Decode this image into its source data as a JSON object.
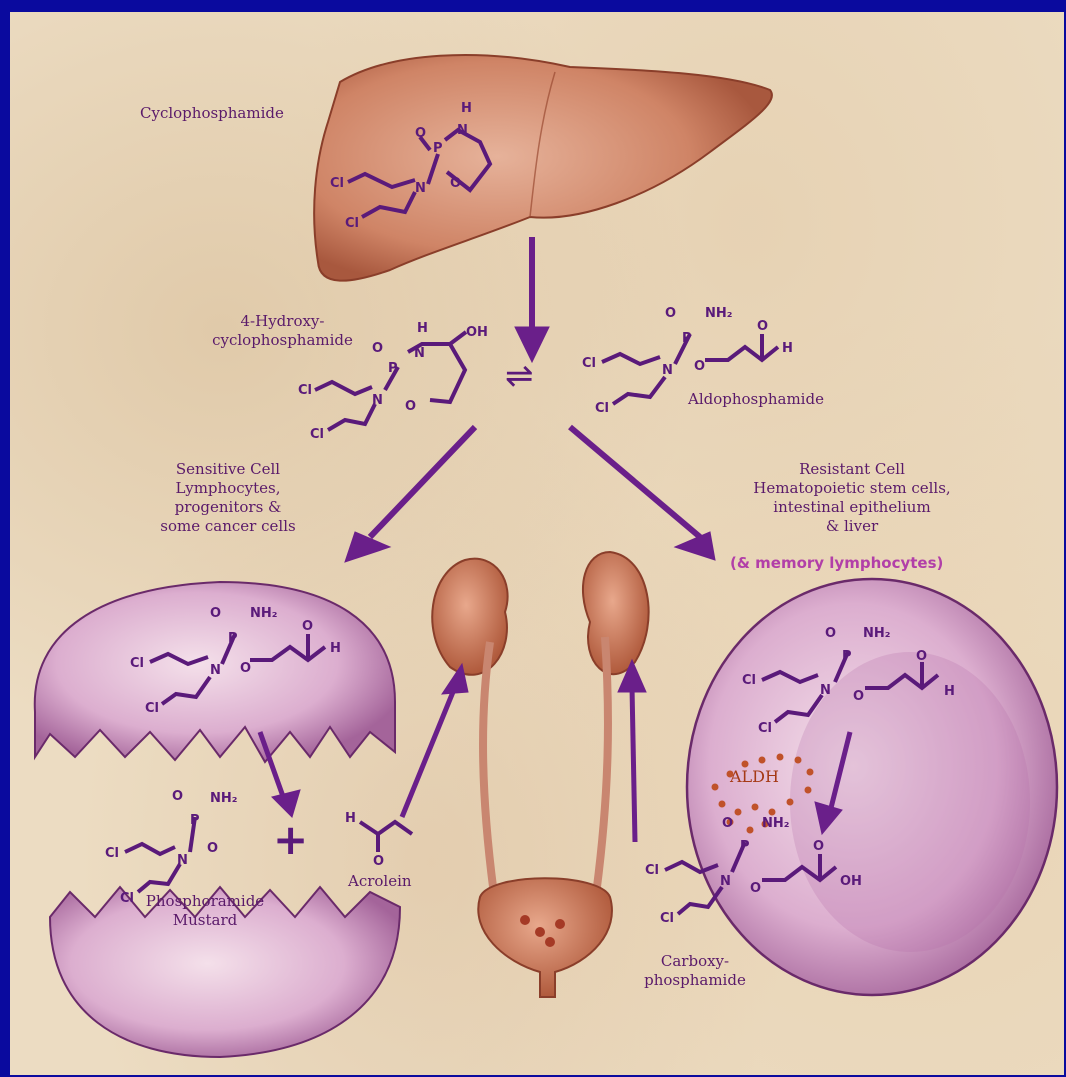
{
  "labels": {
    "cyclophosphamide": "Cyclophosphamide",
    "hydroxy_line1": "4-Hydroxy-",
    "hydroxy_line2": "cyclophosphamide",
    "aldophosphamide": "Aldophosphamide",
    "sensitive_title": "Sensitive Cell",
    "sensitive_line1": "Lymphocytes,",
    "sensitive_line2": "progenitors &",
    "sensitive_line3": "some cancer cells",
    "resistant_title": "Resistant Cell",
    "resistant_line1": "Hematopoietic stem cells,",
    "resistant_line2": "intestinal epithelium",
    "resistant_line3": "& liver",
    "memory": "(& memory lymphocytes)",
    "phosphoramide_line1": "Phosphoramide",
    "phosphoramide_line2": "Mustard",
    "acrolein": "Acrolein",
    "aldh": "ALDH",
    "carboxy_line1": "Carboxy-",
    "carboxy_line2": "phosphamide",
    "plus": "+",
    "equilibrium": "⇌"
  },
  "atoms": {
    "Cl": "Cl",
    "N": "N",
    "P": "P",
    "O": "O",
    "H": "H",
    "OH": "OH",
    "NH2": "NH₂"
  },
  "colors": {
    "frame": "#0a0a9e",
    "background": "#ecdcc2",
    "chemistry": "#5a1a7a",
    "arrow": "#6a1f8a",
    "organ": "#c46a4a",
    "cell": "#c878b4",
    "memory": "#b23fa8",
    "aldh_dots": "#c0522a"
  }
}
